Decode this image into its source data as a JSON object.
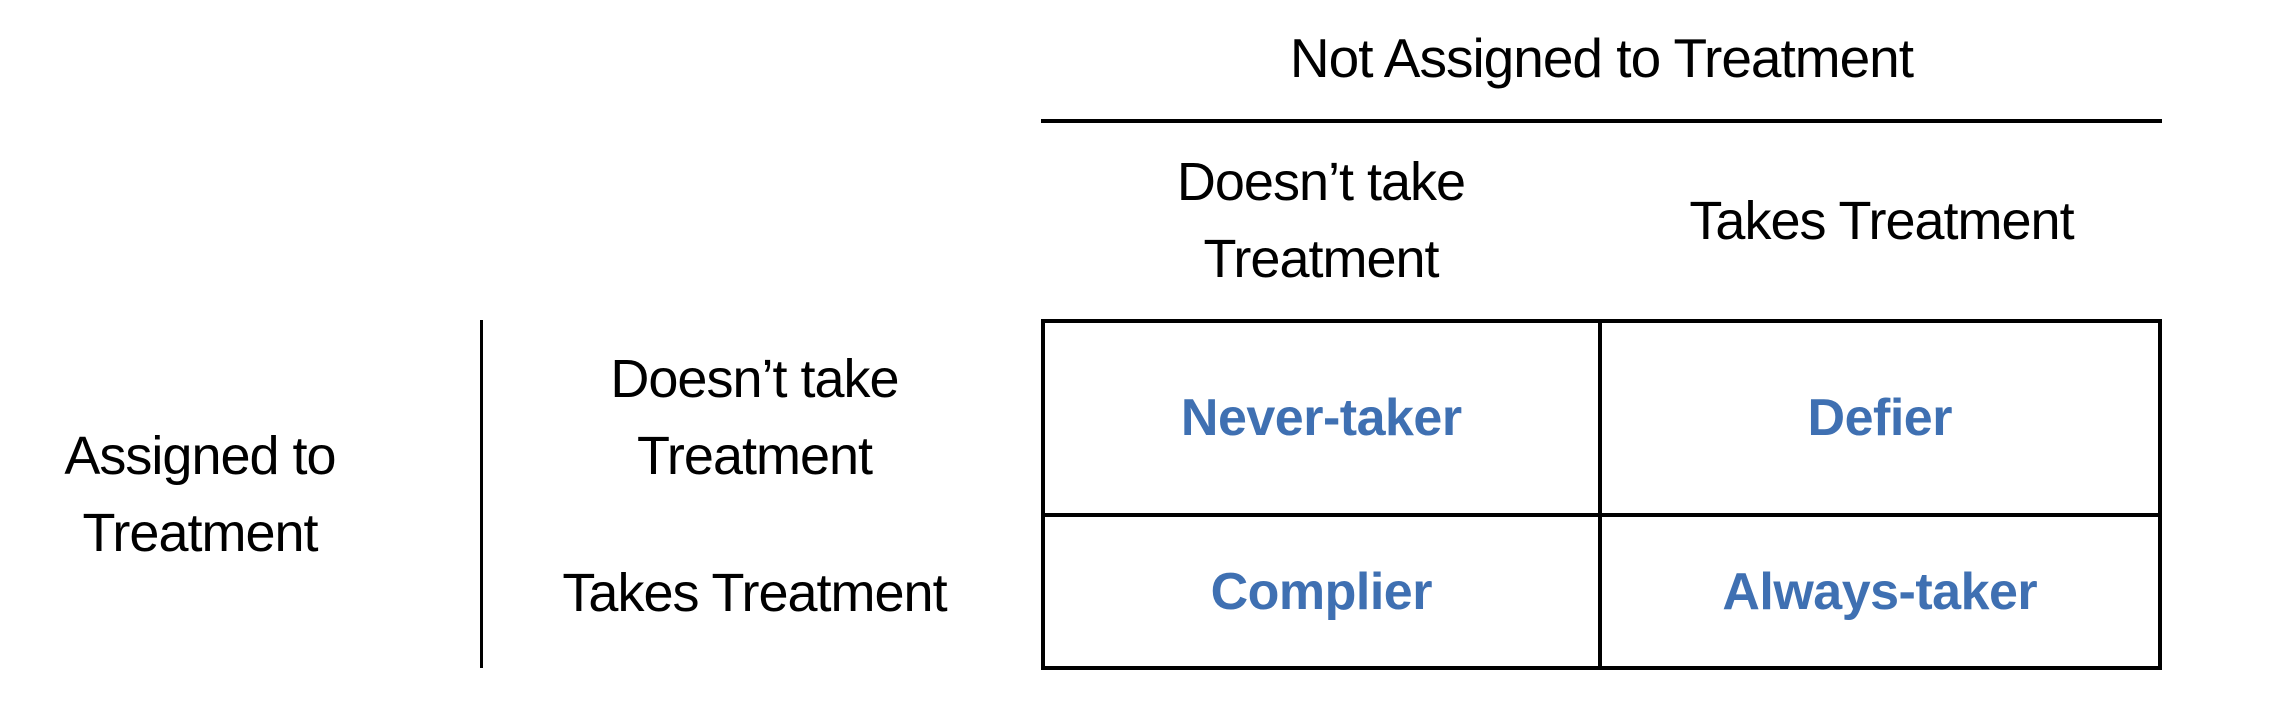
{
  "colors": {
    "background": "#FFFFFF",
    "text_black": "#000000",
    "line_black": "#000000",
    "cell_blue": "#3F70B2"
  },
  "matrix": {
    "column_axis": {
      "title": "Not Assigned to Treatment"
    },
    "row_axis": {
      "line1": "Assigned to",
      "line2": "Treatment"
    },
    "column_headers": {
      "col1": {
        "line1": "Doesn’t take",
        "line2": "Treatment"
      },
      "col2": {
        "label": "Takes Treatment"
      }
    },
    "row_headers": {
      "row1": {
        "line1": "Doesn’t take",
        "line2": "Treatment"
      },
      "row2": {
        "label": "Takes Treatment"
      }
    },
    "cells": {
      "top_left": "Never-taker",
      "top_right": "Defier",
      "bottom_left": "Complier",
      "bottom_right": "Always-taker"
    }
  }
}
